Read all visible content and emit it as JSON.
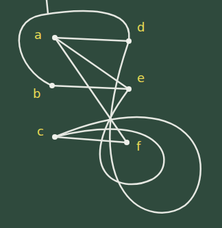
{
  "diagram": {
    "nodes": [
      {
        "text": [
          "a"
        ]
      },
      {
        "text": [
          "b"
        ]
      },
      {
        "text": [
          "c"
        ]
      },
      {
        "text": [
          "d"
        ]
      },
      {
        "text": [
          "e"
        ]
      },
      {
        "text": [
          "f"
        ]
      }
    ],
    "edges": [
      {
        "from": 0,
        "to": 3,
        "arrow": "none"
      },
      {
        "from": 0,
        "to": 4,
        "arrow": "none"
      },
      {
        "from": 0,
        "to": 5,
        "arrow": "none"
      },
      {
        "from": 1,
        "to": 3,
        "arrow": "none"
      },
      {
        "from": 1,
        "to": 4,
        "arrow": "none"
      },
      {
        "from": 2,
        "to": 3,
        "arrow": "none"
      },
      {
        "from": 2,
        "to": 4,
        "arrow": "none"
      },
      {
        "from": 2,
        "to": 5,
        "arrow": "none"
      }
    ]
  }
}
